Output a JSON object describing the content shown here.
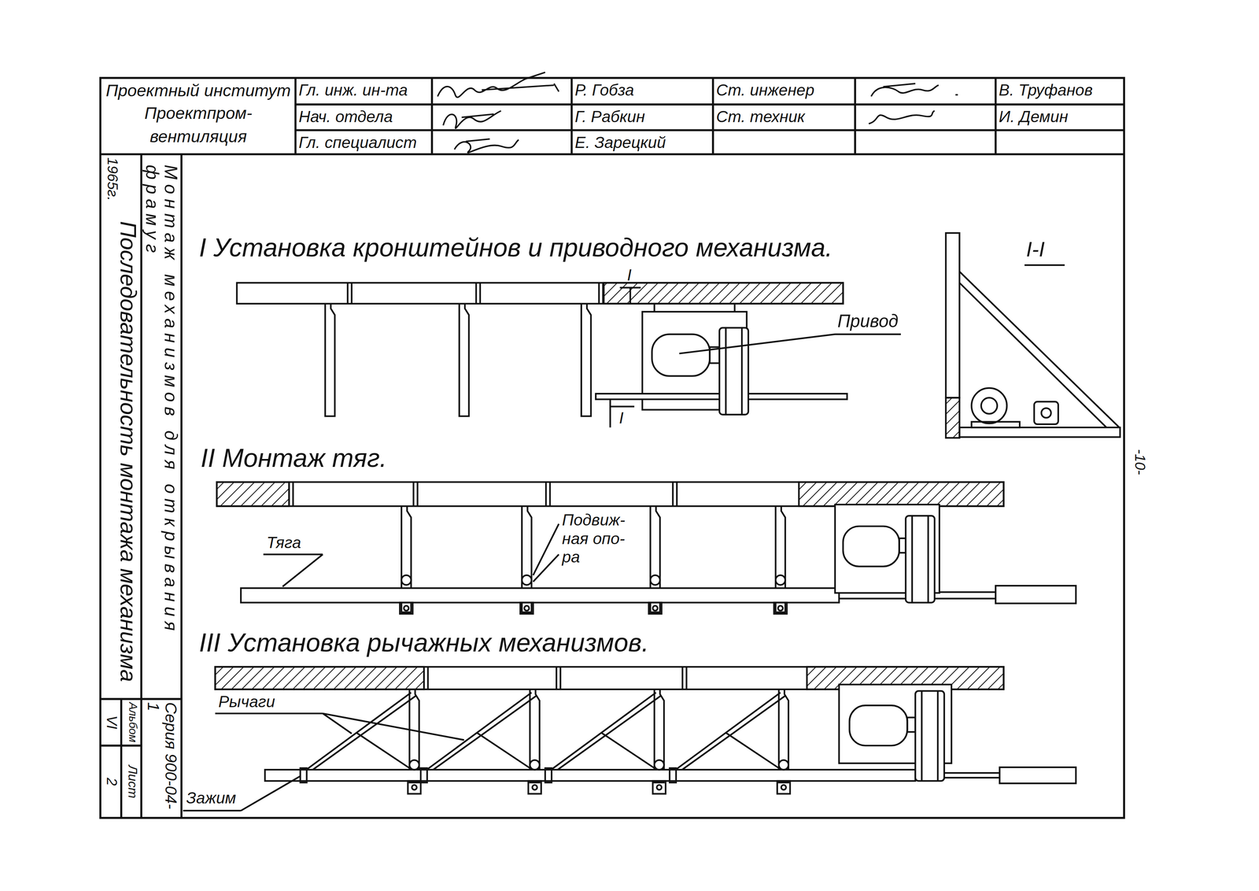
{
  "diagram": {
    "title": "Последовательность монтажа механизма",
    "labels": [
      "Проектный институт Проектпром- вентиляция",
      "Гл. инж. ин-та",
      "Р. Гобза",
      "Ст. инженер",
      "В. Труфанов",
      "Нач. отдела",
      "Г. Рабкин",
      "Ст. техник",
      "И. Демин",
      "Гл. специалист",
      "Е. Зарецкий",
      "1965г.",
      "Монтаж механизмов для открывания фрамуг",
      "Серия 900-04-1",
      "Альбом",
      "VI",
      "Лист",
      "2",
      "-10-",
      "I Установка кронштейнов и приводного механизма.",
      "I-I",
      "I",
      "I",
      "Привод",
      "II Монтаж тяг.",
      "Тяга",
      "Подвиж- ная опо- ра",
      "III Установка рычажных механизмов.",
      "Рычаги",
      "Зажим"
    ]
  }
}
